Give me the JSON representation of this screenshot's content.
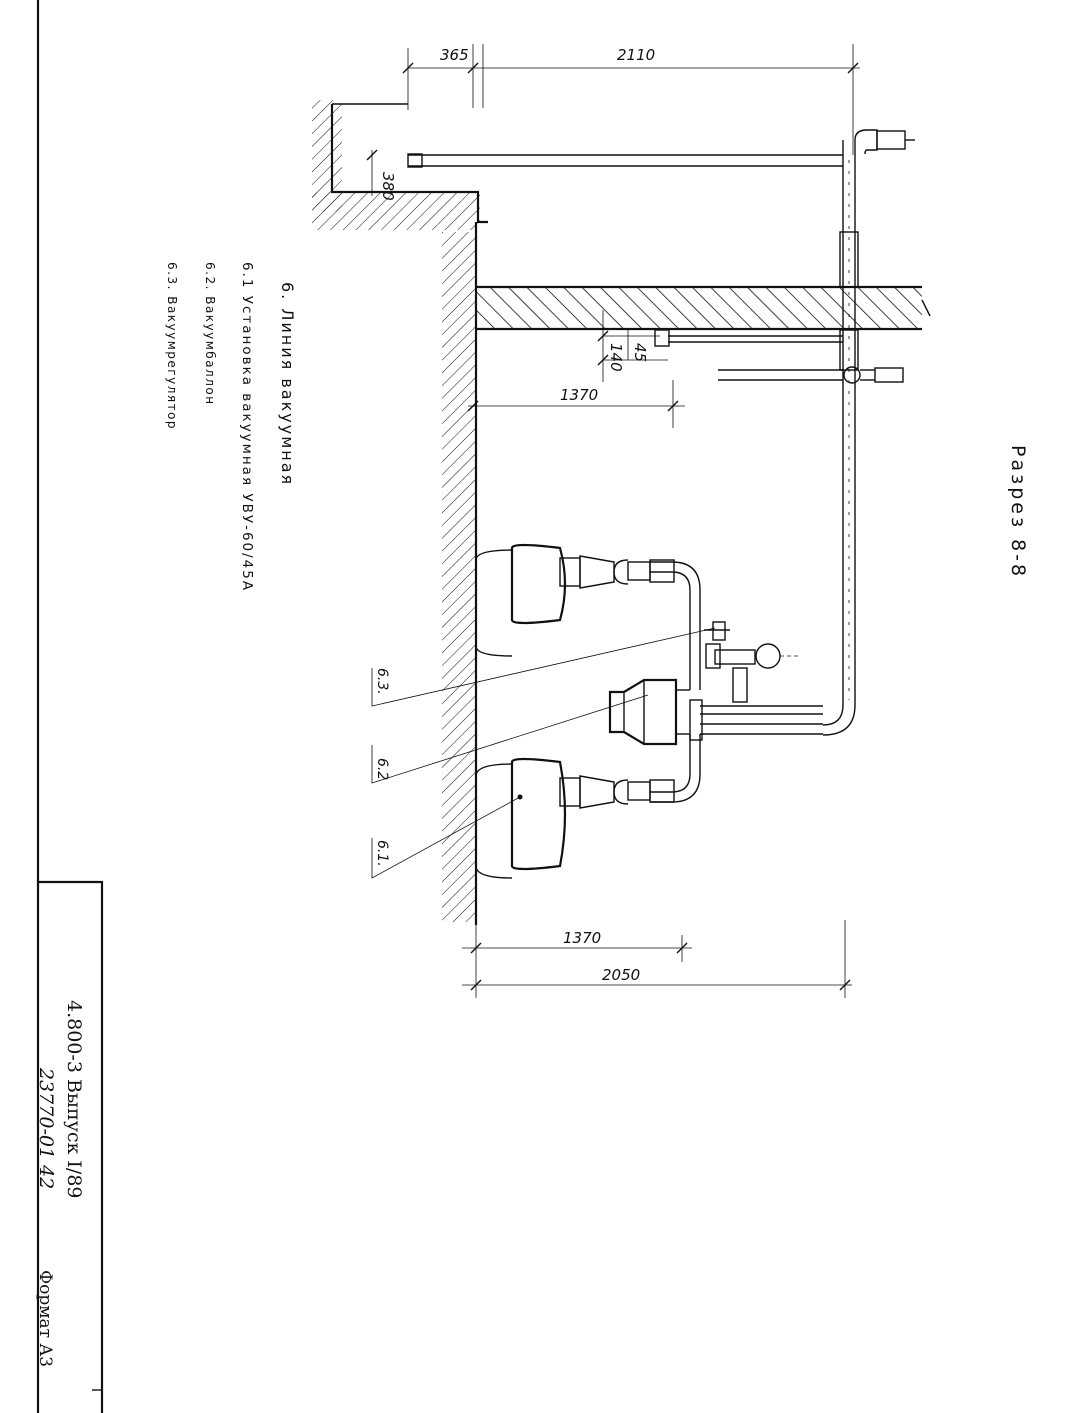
{
  "title": "Разрез 8-8",
  "dimensions": {
    "top_small": "365",
    "top_large": "2110",
    "wall_offset": "380",
    "upper_small_a": "45",
    "upper_small_b": "140",
    "middle": "1370",
    "bottom_inner": "1370",
    "bottom_outer": "2050"
  },
  "legend": {
    "header": "6. Линия вакуумная",
    "items": [
      "6.1 Установка вакуумная УВУ-60/45А",
      "6.2. Вакуумбаллон",
      "6.3. Вакуумрегулятор"
    ]
  },
  "callouts": [
    "6.3.",
    "6.2",
    "6.1."
  ],
  "title_block": {
    "doc_code": "4.800-3 Выпуск I/89",
    "sheet": "23770-01   42",
    "format": "Формат А3"
  }
}
